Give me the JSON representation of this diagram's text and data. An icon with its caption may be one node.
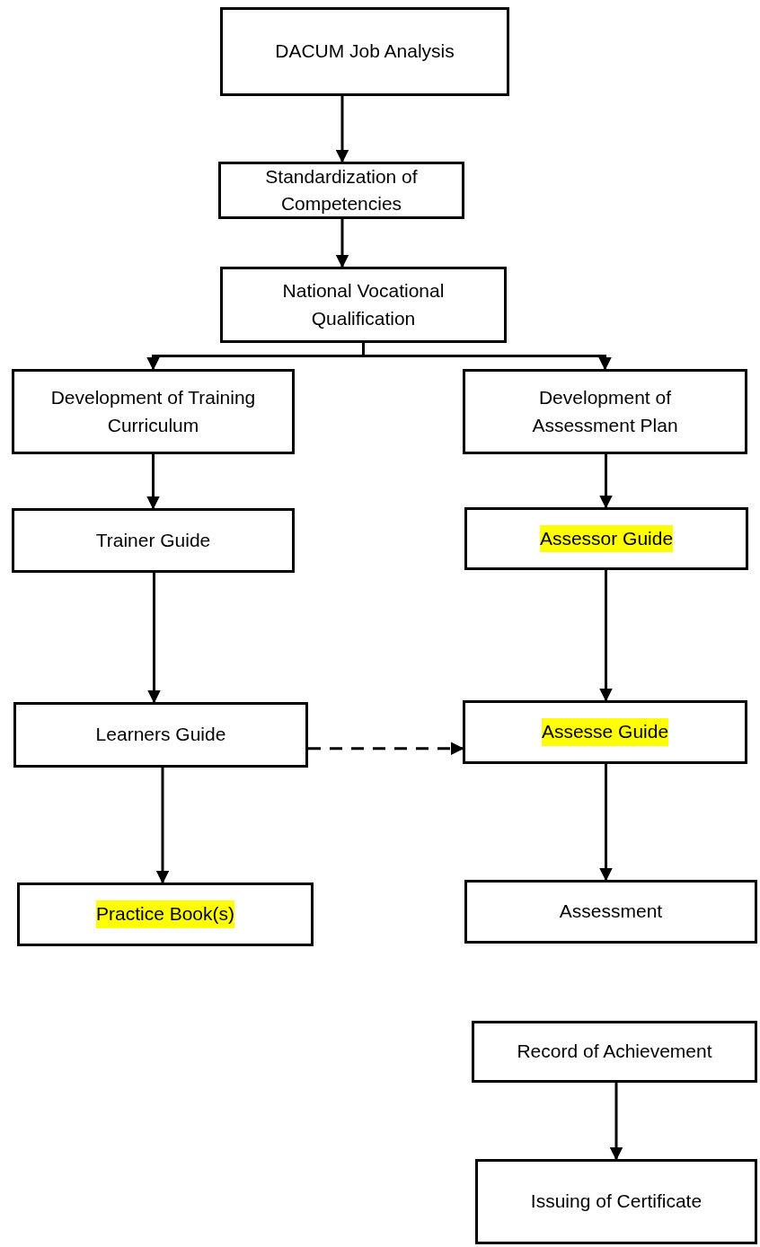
{
  "diagram": {
    "nodes": [
      {
        "text": [
          "DACUM Job Analysis"
        ]
      },
      {
        "text": [
          "Standardization of Competencies"
        ]
      },
      {
        "text": [
          "National Vocational Qualification"
        ]
      },
      {
        "text": [
          "Development of Training Curriculum"
        ]
      },
      {
        "text": [
          "Development of Assessment Plan"
        ]
      },
      {
        "text": [
          "Trainer Guide"
        ]
      },
      {
        "text": [
          "Assessor Guide"
        ]
      },
      {
        "text": [
          "Learners Guide"
        ]
      },
      {
        "text": [
          "Assesse Guide"
        ]
      },
      {
        "text": [
          "Practice Book(s)"
        ]
      },
      {
        "text": [
          "Assessment"
        ]
      },
      {
        "text": [
          "Record of Achievement"
        ]
      },
      {
        "text": [
          "Issuing of Certificate"
        ]
      }
    ],
    "edges": [
      {
        "from": 0,
        "to": 1,
        "arrow": "to"
      },
      {
        "from": 1,
        "to": 2,
        "arrow": "to"
      },
      {
        "from": 2,
        "to": 3,
        "arrow": "to"
      },
      {
        "from": 2,
        "to": 4,
        "arrow": "to"
      },
      {
        "from": 3,
        "to": 5,
        "arrow": "to"
      },
      {
        "from": 4,
        "to": 6,
        "arrow": "to"
      },
      {
        "from": 5,
        "to": 7,
        "arrow": "to"
      },
      {
        "from": 6,
        "to": 8,
        "arrow": "to"
      },
      {
        "from": 7,
        "to": 8,
        "arrow": "to",
        "style": "dashed"
      },
      {
        "from": 7,
        "to": 9,
        "arrow": "to"
      },
      {
        "from": 8,
        "to": 10,
        "arrow": "to"
      },
      {
        "from": 11,
        "to": 12,
        "arrow": "to"
      }
    ]
  }
}
